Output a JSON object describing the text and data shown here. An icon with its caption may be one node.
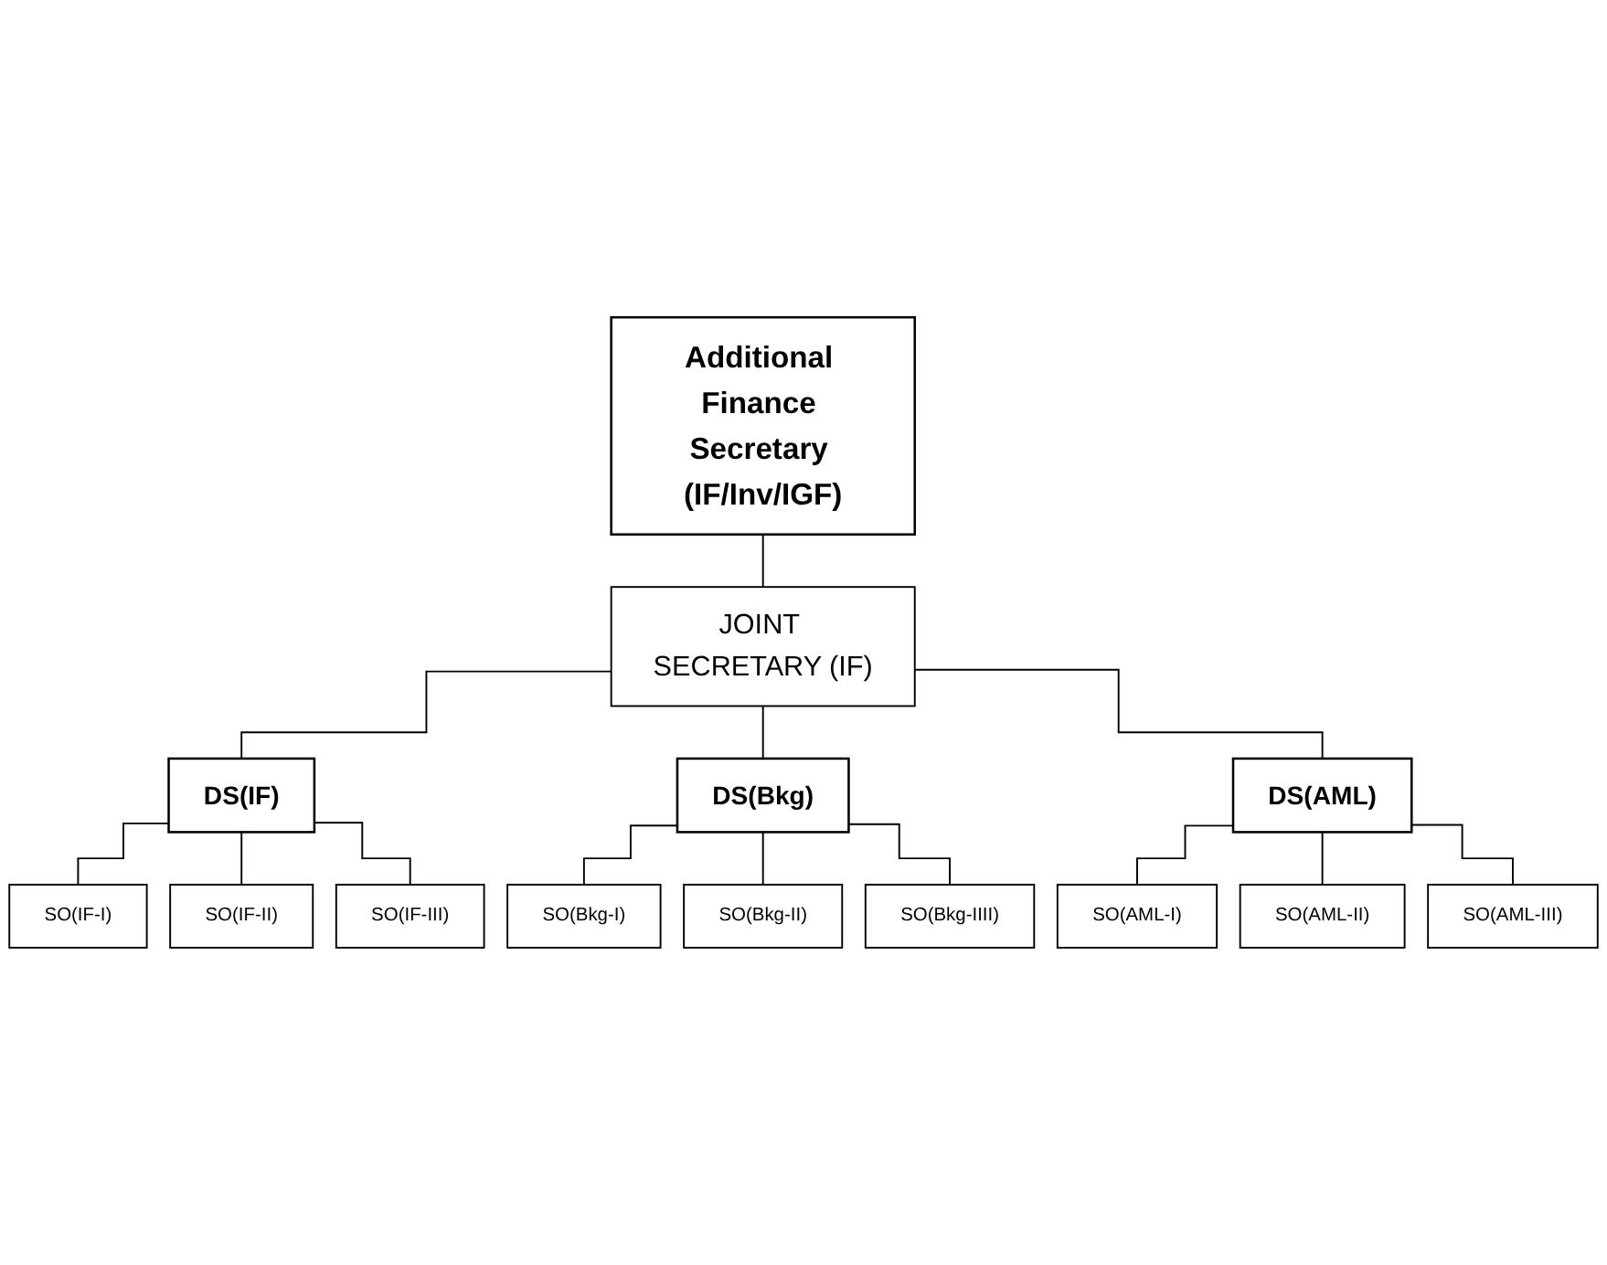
{
  "diagram": {
    "nodes": [
      {
        "text": [
          "Additional Finance Secretary (IF/Inv/IGF)"
        ]
      },
      {
        "text": [
          "JOINT SECRETARY (IF)"
        ]
      },
      {
        "text": [
          "DS(IF)"
        ]
      },
      {
        "text": [
          "DS(Bkg)"
        ]
      },
      {
        "text": [
          "DS(AML)"
        ]
      },
      {
        "text": [
          "SO(IF-I)"
        ]
      },
      {
        "text": [
          "SO(IF-II)"
        ]
      },
      {
        "text": [
          "SO(IF-III)"
        ]
      },
      {
        "text": [
          "SO(Bkg-I)"
        ]
      },
      {
        "text": [
          "SO(Bkg-II)"
        ]
      },
      {
        "text": [
          "SO(Bkg-IIII)"
        ]
      },
      {
        "text": [
          "SO(AML-I)"
        ]
      },
      {
        "text": [
          "SO(AML-II)"
        ]
      },
      {
        "text": [
          "SO(AML-III)"
        ]
      }
    ],
    "edges": [
      {
        "from": 0,
        "to": 1,
        "arrow": "none"
      },
      {
        "from": 1,
        "to": 2,
        "arrow": "none"
      },
      {
        "from": 1,
        "to": 3,
        "arrow": "none"
      },
      {
        "from": 1,
        "to": 4,
        "arrow": "none"
      },
      {
        "from": 2,
        "to": 5,
        "arrow": "none"
      },
      {
        "from": 2,
        "to": 6,
        "arrow": "none"
      },
      {
        "from": 2,
        "to": 7,
        "arrow": "none"
      },
      {
        "from": 3,
        "to": 8,
        "arrow": "none"
      },
      {
        "from": 3,
        "to": 9,
        "arrow": "none"
      },
      {
        "from": 3,
        "to": 10,
        "arrow": "none"
      },
      {
        "from": 4,
        "to": 11,
        "arrow": "none"
      },
      {
        "from": 4,
        "to": 12,
        "arrow": "none"
      },
      {
        "from": 4,
        "to": 13,
        "arrow": "none"
      }
    ]
  }
}
